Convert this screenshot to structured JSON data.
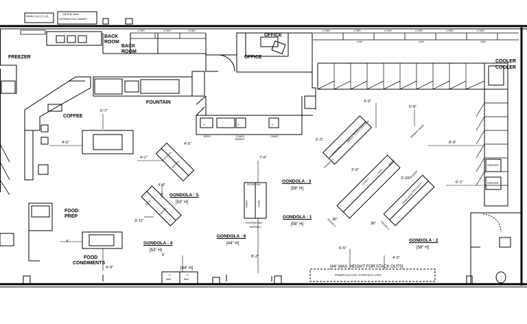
{
  "top_labels": {
    "panels": "PANELS (X), (Y), (Z)",
    "meter_main": "METER/ MAIN",
    "distribution_cabinet": "DISTRIBUTION CABINET"
  },
  "rooms": {
    "freezer": "FREEZER",
    "back_room_1": "BACK",
    "back_room_1b": "ROOM",
    "back_room_2": "BACK",
    "back_room_2b": "ROOM",
    "office_top": "OFFICE",
    "office": "OFFICE",
    "coffee": "COFFEE",
    "fountain": "FOUNTAIN",
    "food_prep": "FOOD",
    "food_prep_b": "PREP",
    "food_condiments": "FOOD",
    "food_condiments_b": "CONDIMENTS",
    "cooler_1": "COOLER",
    "cooler_2": "COOLER"
  },
  "gondolas": [
    {
      "name": "GONDOLA : 5",
      "height": "[53\" H]"
    },
    {
      "name": "GONDOLA : 4",
      "height": "[53\" H]"
    },
    {
      "name": "GONDOLA : 6",
      "height": "[44\" H]"
    },
    {
      "name": "GONDOLA : 3",
      "height": "[58\" H]"
    },
    {
      "name": "GONDOLA : 1",
      "height": "[58\" H]"
    },
    {
      "name": "GONDOLA : 2",
      "height": "[58\" H]"
    }
  ],
  "register": {
    "jerky": "JERKY",
    "candy_basket": "CANDY",
    "candy_basket_b": "BASKET",
    "candy": "CANDY",
    "three_ft": "3'"
  },
  "displays": {
    "pb_display": "PB DISPLAY",
    "proprietary": "PROPRIETARY",
    "barrels": "BARRELS",
    "freezer_a": "FREEZER",
    "freezer_b": "FREEZER",
    "mac_a": "MAC.",
    "mac_b": "MAC.",
    "three_a": "3'",
    "three_b": "3'",
    "h44": "[44\" H]"
  },
  "notes": {
    "stack_height": "[44\" MAX. HEIGHT FOR STACK OUTS]",
    "stack_items": "PRIMARY/2nd SOD/ OTHER BEV/2 LITER"
  },
  "dimensions": {
    "d_5_7": "5'-7\"",
    "d_4_6a": "4'-6\"",
    "d_4_6b": "4'-6\"",
    "d_4_1": "4'-1\"",
    "d_4_3": "4'-3\"",
    "d_3_11": "3'-11\"",
    "d_4": "4'",
    "d_4_9a": "4'-9\"",
    "d_7_6": "7'-6\"",
    "d_8_2": "8'-2\"",
    "d_4_9b": "4'-9\"",
    "d_6_8": "6'-8\"",
    "d_5_3": "5'-3\"",
    "d_8_9": "8'-9\"",
    "d_3_9": "3'-9\"",
    "d_3_10": "3'-10\"",
    "d_6_1": "6'-1\"",
    "d_6_5": "6'-5\"",
    "d_4_5": "4'-5\"",
    "d_36a": "36\"",
    "d_36b": "36\"",
    "d_5": "5'",
    "d_5b": "5'"
  },
  "fixture_text": {
    "tier": "4 TIER",
    "w2440": "2440",
    "hotdogs": "HOTDOGS",
    "snacks": "SNACKS",
    "auto": "AUTO",
    "health": "HEALTH",
    "chips": "CHIPS",
    "nuts": "NUTS",
    "cookies": "COOKIES",
    "candy": "CANDY",
    "gum": "GUM",
    "mints": "MINTS",
    "promo_1": "PROMO (1)",
    "promo_2": "PROMO 2",
    "promo_3": "PROMO 3",
    "meals": "MEALS TO GO/ GROCERY",
    "primary_beer": "PRIMARY BEER",
    "beer": "2nd BEER",
    "wine": "WINE/ BEER",
    "mixed": "SPECIALTY"
  }
}
